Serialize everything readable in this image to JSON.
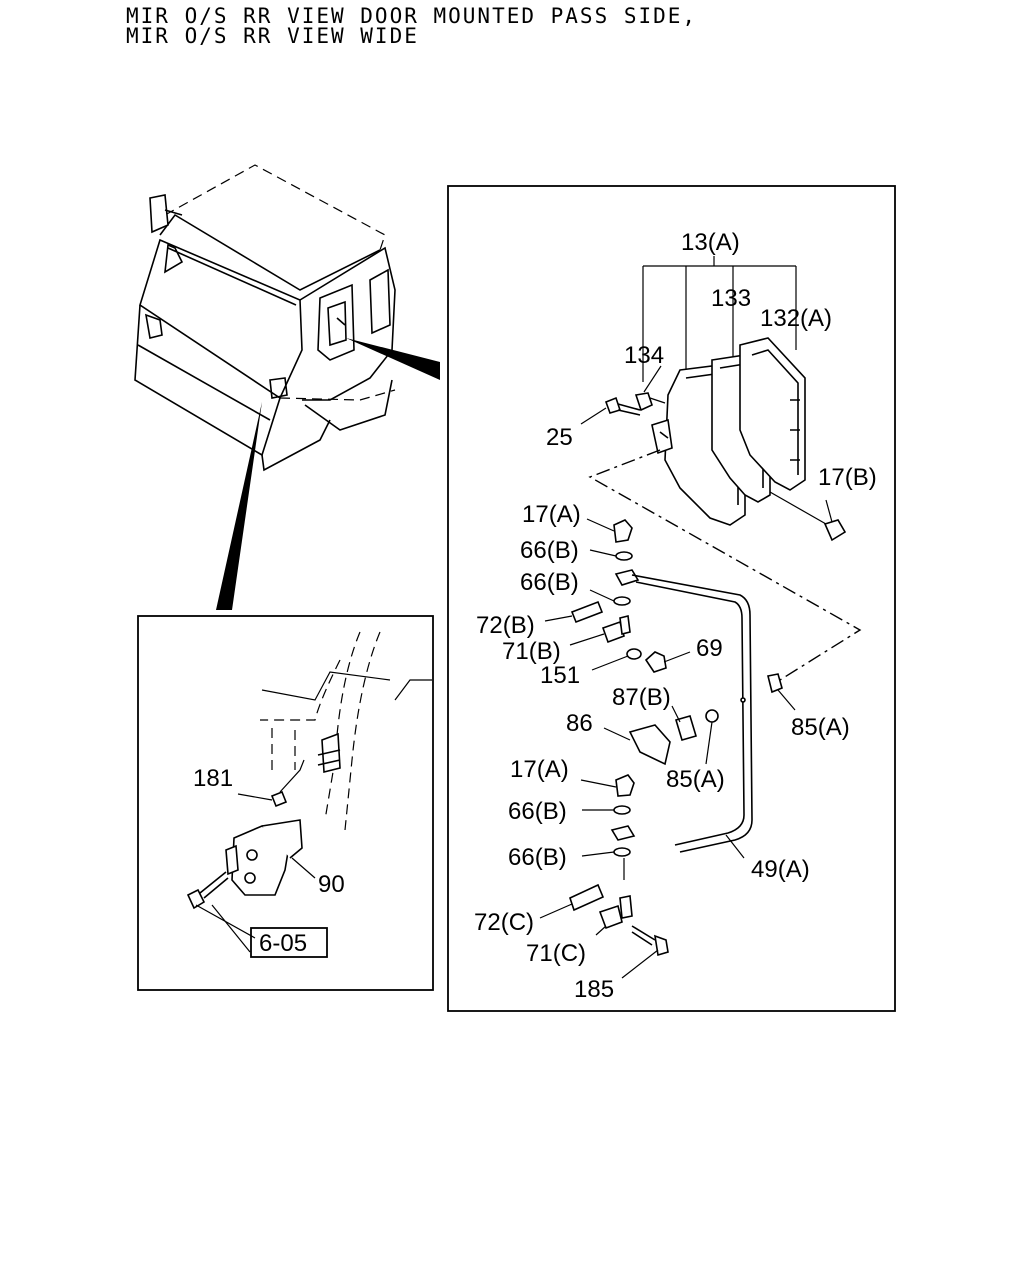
{
  "title": {
    "line1": "MIR O/S RR VIEW DOOR MOUNTED PASS SIDE,",
    "line2": "MIR O/S RR VIEW WIDE"
  },
  "callouts": {
    "c13a": "13(A)",
    "c133": "133",
    "c132a": "132(A)",
    "c134": "134",
    "c25": "25",
    "c17b": "17(B)",
    "c17a_1": "17(A)",
    "c66b_1": "66(B)",
    "c66b_2": "66(B)",
    "c72b": "72(B)",
    "c71b": "71(B)",
    "c151": "151",
    "c69": "69",
    "c87b": "87(B)",
    "c86": "86",
    "c85a_1": "85(A)",
    "c85a_2": "85(A)",
    "c17a_2": "17(A)",
    "c66b_3": "66(B)",
    "c66b_4": "66(B)",
    "c49a": "49(A)",
    "c72c": "72(C)",
    "c71c": "71(C)",
    "c185": "185",
    "c181": "181",
    "c90": "90",
    "ref605": "6-05"
  }
}
